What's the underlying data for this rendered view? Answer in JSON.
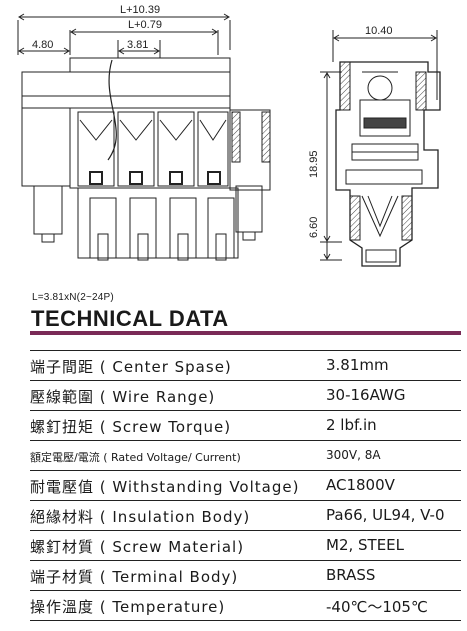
{
  "drawing": {
    "dims": {
      "overall": "L+10.39",
      "inner": "L+0.79",
      "left_offset": "4.80",
      "pitch": "3.81",
      "side_width": "10.40",
      "height": "18.95",
      "pin_length": "6.60"
    }
  },
  "formula": "L=3.81xN(2~24P)",
  "heading": "TECHNICAL DATA",
  "specs": [
    {
      "label": "端子間距 ( Center Spase)",
      "value": "3.81mm"
    },
    {
      "label": "壓線範圍 ( Wire Range)",
      "value": "30-16AWG"
    },
    {
      "label": "螺釘扭矩 ( Screw Torque)",
      "value": "2 lbf.in"
    },
    {
      "label": "額定電壓/電流 ( Rated Voltage/ Current)",
      "value": "300V, 8A"
    },
    {
      "label": "耐電壓值 ( Withstanding Voltage)",
      "value": "AC1800V"
    },
    {
      "label": "絕緣材料 ( Insulation Body)",
      "value": "Pa66, UL94, V-0"
    },
    {
      "label": "螺釘材質 ( Screw Material)",
      "value": "M2, STEEL"
    },
    {
      "label": "端子材質 ( Terminal Body)",
      "value": "BRASS"
    },
    {
      "label": "操作溫度 ( Temperature)",
      "value": "-40℃～105℃"
    }
  ]
}
